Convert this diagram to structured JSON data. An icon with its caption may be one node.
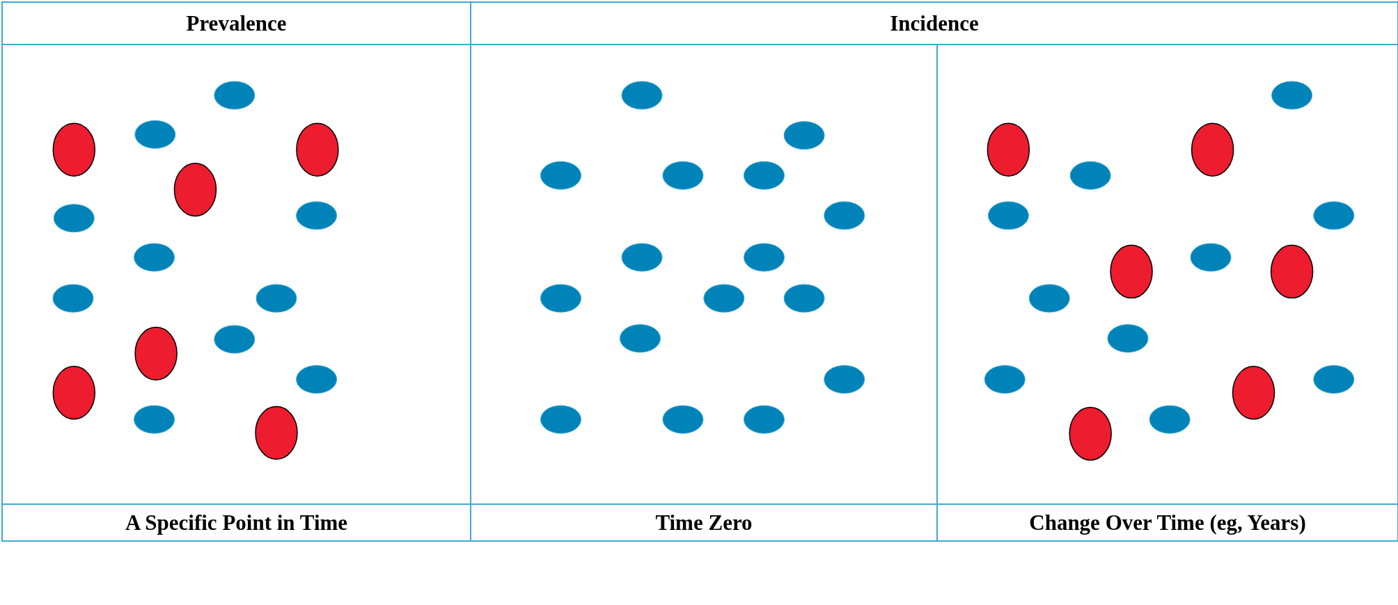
{
  "diagram": {
    "labels": [
      "Prevalence",
      "Incidence",
      "A Specific Point in Time",
      "Time Zero",
      "Change Over Time (eg, Years)"
    ]
  }
}
